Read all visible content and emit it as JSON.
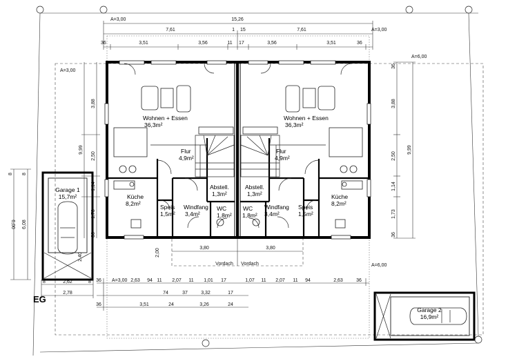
{
  "plan_title": "EG",
  "dims": {
    "total_width": "15,26",
    "setback_top": "A=3,00",
    "setback_top_right": "A=3,00",
    "setback_left": "A=3,00",
    "setback_right": "A=6,00",
    "setback_right_lower": "A=6,00",
    "setback_bottom_left": "A=3,00",
    "half_left": "7,61",
    "half_right": "7,61",
    "center_joint": "15",
    "center_side": "1",
    "top_row": [
      "36",
      "3,51",
      "3,56",
      "11",
      "17",
      "3,56",
      "3,51",
      "36"
    ],
    "right_col": [
      "36",
      "3,88",
      "2,50",
      "1,14",
      "1,73",
      "36"
    ],
    "right_total": "9,99",
    "left_col": [
      "3,88",
      "2,50",
      "1,14",
      "1,73",
      "36"
    ],
    "left_total": "9,99",
    "garage_depth": "6,08",
    "garage_depth_b": "6,00",
    "garage_small_a": "8",
    "garage_small_b": "8",
    "garage_sub": "2,40",
    "garage_width": "2,62",
    "garage_width_b": "2,78",
    "vordach_left": "3,80",
    "vordach_right": "3,80",
    "vordach_depth": "2,00",
    "bottom_row": [
      "36",
      "2,63",
      "94",
      "11",
      "2,07",
      "11",
      "1,01",
      "17",
      "1,07",
      "11",
      "2,07",
      "11",
      "94",
      "2,63",
      "36"
    ],
    "bottom_row2": [
      "74",
      "37",
      "3,32",
      "17"
    ],
    "bottom_row3": [
      "36",
      "3,51",
      "24",
      "3,26",
      "24"
    ],
    "garage_side_8a": "8",
    "garage_side_8b": "8"
  },
  "rooms_left": {
    "wohnen": "Wohnen + Essen",
    "wohnen_area": "36,3m²",
    "flur": "Flur",
    "flur_area": "4,9m²",
    "kueche": "Küche",
    "kueche_area": "8,2m²",
    "abstell": "Abstell.",
    "abstell_area": "1,3m²",
    "speis": "Speis",
    "speis_area": "1,5m²",
    "windfang": "Windfang",
    "windfang_area": "3,4m²",
    "wc": "WC",
    "wc_area": "1,8m²"
  },
  "rooms_right": {
    "wohnen": "Wohnen + Essen",
    "wohnen_area": "36,3m²",
    "flur": "Flur",
    "flur_area": "4,9m²",
    "kueche": "Küche",
    "kueche_area": "8,2m²",
    "abstell": "Abstell.",
    "abstell_area": "1,3m²",
    "speis": "Speis",
    "speis_area": "1,5m²",
    "windfang": "Windfang",
    "windfang_area": "3,4m²",
    "wc": "WC",
    "wc_area": "1,8m²"
  },
  "garage1": {
    "label": "Garage 1",
    "area": "15,7m²"
  },
  "garage2": {
    "label": "Garage 2",
    "area": "16,9m²"
  },
  "vordach_left": "Vordach",
  "vordach_right": "Vordach"
}
